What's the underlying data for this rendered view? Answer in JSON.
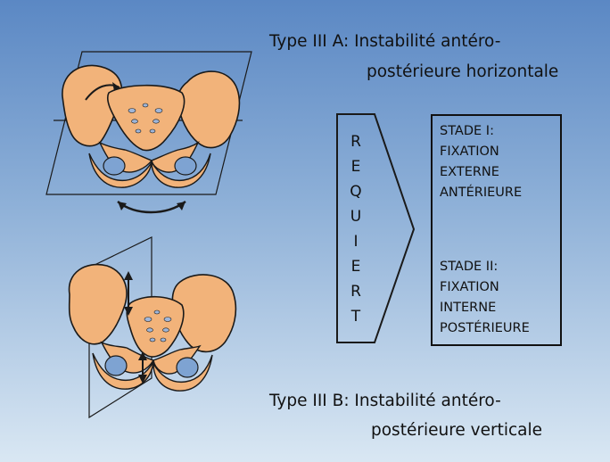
{
  "type3a": {
    "title": "Type III A: Instabilité antéro-",
    "line2": "postérieure horizontale"
  },
  "arrow_letters": [
    "R",
    "E",
    "Q",
    "U",
    "I",
    "E",
    "R",
    "T"
  ],
  "stades": [
    {
      "lines": [
        "STADE I:",
        "FIXATION",
        "EXTERNE",
        "ANTÉRIEURE"
      ]
    },
    {
      "lines": [
        "STADE II:",
        "FIXATION",
        "INTERNE",
        "POSTÉRIEURE"
      ]
    }
  ],
  "type3b": {
    "title": "Type III B: Instabilité antéro-",
    "line2": "postérieure verticale"
  },
  "colors": {
    "bone": "#f2b37a",
    "bone_outline": "#1a1a1a",
    "sacral_foramen": "#9fb6d9",
    "background_top": "#5b88c4",
    "background_bottom": "#d9e7f3"
  }
}
